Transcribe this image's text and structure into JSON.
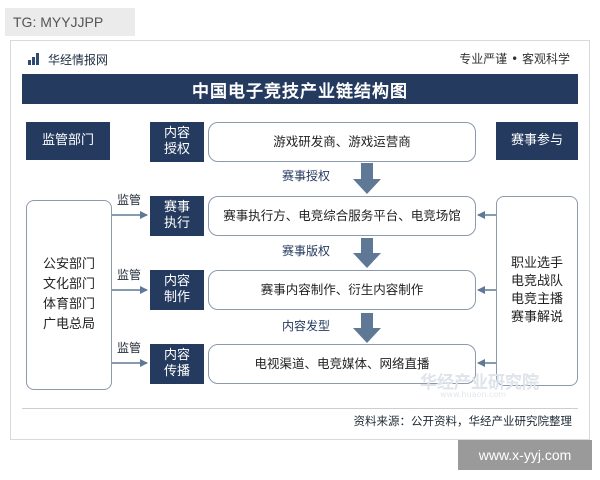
{
  "top_tag": "TG: MYYJJPP",
  "header": {
    "brand": "华经情报网",
    "slogan": "专业严谨 • 客观科学"
  },
  "title": "中国电子竞技产业链结构图",
  "left": {
    "top_label": "监管部门",
    "departments": [
      "公安部门",
      "文化部门",
      "体育部门",
      "广电总局"
    ],
    "supervise_labels": [
      "监管",
      "监管",
      "监管"
    ]
  },
  "right": {
    "top_label": "赛事参与",
    "participants": [
      "职业选手",
      "电竞战队",
      "电竞主播",
      "赛事解说"
    ]
  },
  "stages": [
    {
      "tag_lines": [
        "内容",
        "授权"
      ],
      "content": "游戏研发商、游戏运营商"
    },
    {
      "tag_lines": [
        "赛事",
        "执行"
      ],
      "content": "赛事执行方、电竞综合服务平台、电竞场馆"
    },
    {
      "tag_lines": [
        "内容",
        "制作"
      ],
      "content": "赛事内容制作、衍生内容制作"
    },
    {
      "tag_lines": [
        "内容",
        "传播"
      ],
      "content": "电视渠道、电竞媒体、网络直播"
    }
  ],
  "flow_labels": [
    "赛事授权",
    "赛事版权",
    "内容发型"
  ],
  "watermark": {
    "cn": "华经产业研究院",
    "en": "www.huaon.com"
  },
  "footer": "资料来源：公开资料，华经产业研究院整理",
  "bottom_url": "www.x-yyj.com",
  "colors": {
    "navy": "#243a5e",
    "border": "#8c9aae",
    "arrow": "#5f7896"
  }
}
